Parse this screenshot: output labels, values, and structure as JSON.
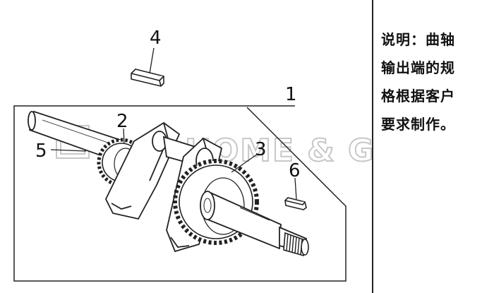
{
  "callouts": {
    "c1": "1",
    "c2": "2",
    "c3": "3",
    "c4": "4",
    "c5": "5",
    "c6": "6"
  },
  "watermark": {
    "text": "HOME & GARDEN"
  },
  "note": {
    "lines": [
      "说明：曲轴",
      "输出端的规",
      "格根据客户",
      "要求制作。"
    ]
  },
  "colors": {
    "line": "#222222",
    "watermark": "#9a9a9a"
  }
}
